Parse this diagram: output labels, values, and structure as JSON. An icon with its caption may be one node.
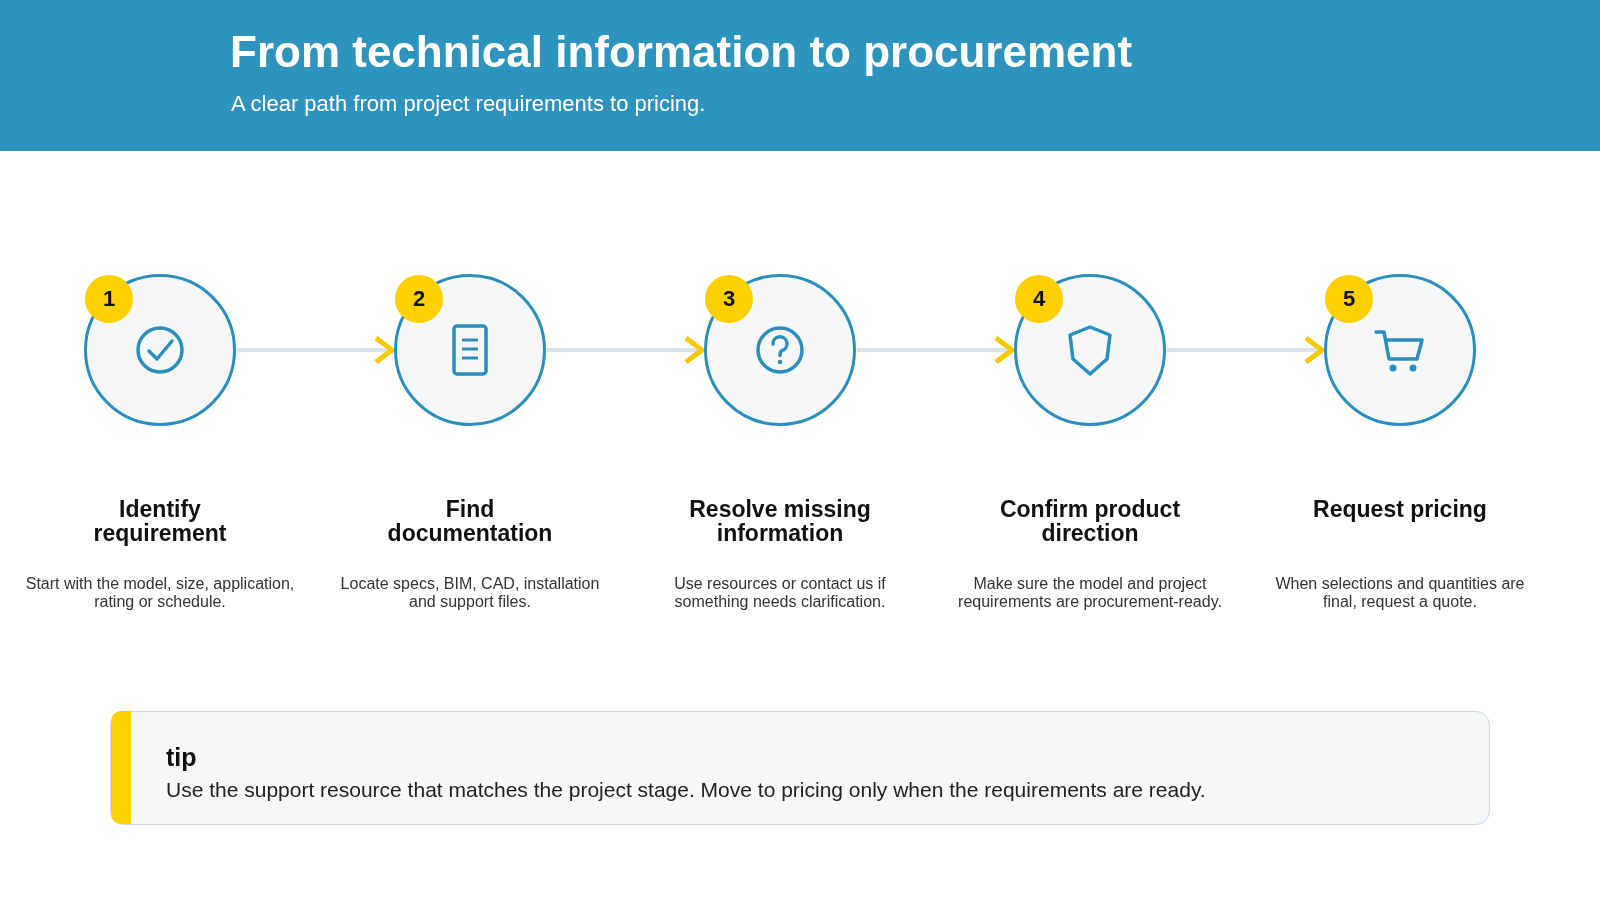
{
  "diagram": {
    "title": "From technical information to procurement",
    "nodes": [
      {
        "text": [
          "1"
        ],
        "beside": [
          "Identify requirement",
          "Start with the model, size, application, rating or schedule."
        ]
      },
      {
        "text": [
          "2"
        ],
        "beside": [
          "Find documentation",
          "Locate specs, BIM, CAD, installation and support files."
        ]
      },
      {
        "text": [
          "3"
        ],
        "beside": [
          "Resolve missing information",
          "Use resources or contact us if something needs clarification."
        ]
      },
      {
        "text": [
          "4"
        ],
        "beside": [
          "Confirm product direction",
          "Make sure the model and project requirements are procurement-ready."
        ]
      },
      {
        "text": [
          "5"
        ],
        "beside": [
          "Request pricing",
          "When selections and quantities are final, request a quote."
        ]
      },
      {
        "text": [
          "tip",
          "Use the support resource that matches the project stage. Move to pricing only when the requirements are ready."
        ]
      }
    ],
    "edges": [
      {
        "from": 0,
        "to": 1,
        "arrow": "to"
      },
      {
        "from": 1,
        "to": 2,
        "arrow": "to"
      },
      {
        "from": 2,
        "to": 3,
        "arrow": "to"
      },
      {
        "from": 3,
        "to": 4,
        "arrow": "to"
      }
    ],
    "labels": [
      "A clear path from project requirements to pricing."
    ]
  }
}
